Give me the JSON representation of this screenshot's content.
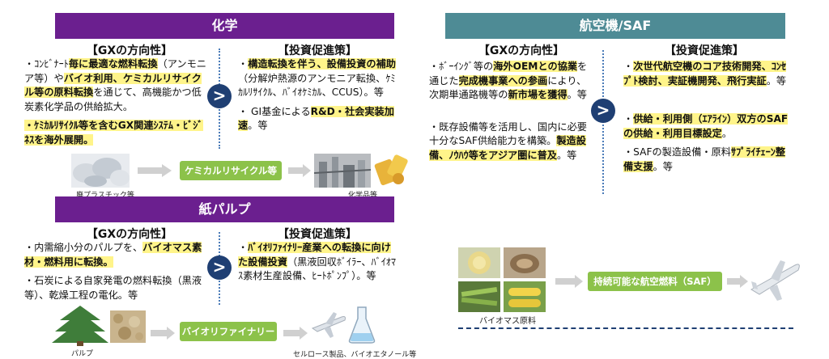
{
  "chem": {
    "title": "化学",
    "gx_heading": "【GXの方向性】",
    "gx_p1": [
      {
        "t": "・ｺﾝﾋﾞﾅｰﾄ"
      },
      {
        "t": "毎に最適な燃料転換",
        "hl": true
      },
      {
        "t": "（アンモニア等）や"
      },
      {
        "t": "バイオ利用、ケミカルリサイクル等の原料転換",
        "hl": true
      },
      {
        "t": "を通じて、高機能かつ低炭素化学品の供給拡大。"
      }
    ],
    "gx_p2": [
      {
        "t": "・ｹﾐｶﾙﾘｻｲｸﾙ等を含むGX関連ｼｽﾃﾑ・ﾋﾞｼﾞﾈｽを海外展開。",
        "hl": true
      }
    ],
    "inv_heading": "【投資促進策】",
    "inv_p1": [
      {
        "t": "・"
      },
      {
        "t": "構造転換を伴う、設備投資の補助",
        "hl": true
      },
      {
        "t": "（分解炉熱源のアンモニア転換、ｹﾐｶﾙﾘｻｲｸﾙ、ﾊﾞｲｵｹﾐｶﾙ、CCUS）。等"
      }
    ],
    "inv_p2": [
      {
        "t": "・ GI基金による"
      },
      {
        "t": "R&D・社会実装加速",
        "hl": true
      },
      {
        "t": "。等"
      }
    ],
    "flow_label": "ケミカルリサイクル等",
    "cap_left": "廃プラスチック等",
    "cap_right": "化学品等"
  },
  "pulp": {
    "title": "紙パルプ",
    "gx_heading": "【GXの方向性】",
    "gx_p1": [
      {
        "t": "・内需縮小分のパルプを、"
      },
      {
        "t": "バイオマス素材・燃料用に転換。",
        "hl": true
      }
    ],
    "gx_p2": [
      {
        "t": "・石炭による自家発電の燃料転換（黒液等）、乾燥工程の電化。等"
      }
    ],
    "inv_heading": "【投資促進策】",
    "inv_p1": [
      {
        "t": "・"
      },
      {
        "t": "ﾊﾞｲｵﾘﾌｧｲﾅﾘｰ産業への転換に向けた設備投資",
        "hl": true
      },
      {
        "t": "（黒液回収ﾎﾞｲﾗｰ、ﾊﾞｲｵﾏｽ素材生産設備、ﾋｰﾄﾎﾟﾝﾌﾟ）。等"
      }
    ],
    "flow_label": "バイオリファイナリー",
    "cap_left": "パルプ",
    "cap_right": "セルロース製品、バイオエタノール等"
  },
  "saf": {
    "title": "航空機/SAF",
    "gx_heading": "【GXの方向性】",
    "gx_p1": [
      {
        "t": "・ﾎﾞｰｲﾝｸﾞ等の"
      },
      {
        "t": "海外OEMとの協業",
        "hl": true
      },
      {
        "t": "を通じた"
      },
      {
        "t": "完成機事業への参画",
        "hl": true
      },
      {
        "t": "により、次期単通路機等の"
      },
      {
        "t": "新市場を獲得",
        "hl": true
      },
      {
        "t": "。等"
      }
    ],
    "gx_p2": [
      {
        "t": "・既存設備等を活用し、国内に必要十分なSAF供給能力を構築。"
      },
      {
        "t": "製造設備、ﾉｳﾊｳ等をアジア圏に普及",
        "hl": true
      },
      {
        "t": "。等"
      }
    ],
    "inv_heading": "【投資促進策】",
    "inv_p1": [
      {
        "t": "・"
      },
      {
        "t": "次世代航空機のコア技術開発、ｺﾝｾﾌﾟﾄ検討、実証機開発、飛行実証",
        "hl": true
      },
      {
        "t": "。等"
      }
    ],
    "inv_p2": [
      {
        "t": "・"
      },
      {
        "t": "供給・利用側（ｴｱﾗｲﾝ）双方のSAFの供給・利用目標設定",
        "hl": true
      },
      {
        "t": "。"
      }
    ],
    "inv_p3": [
      {
        "t": "・SAFの製造設備・原料"
      },
      {
        "t": "ｻﾌﾟﾗｲﾁｪｰﾝ整備支援",
        "hl": true
      },
      {
        "t": "。等"
      }
    ],
    "flow_label": "持続可能な航空燃料（SAF）",
    "cap_left": "バイオマス原料"
  },
  "arrow_glyph": ">"
}
